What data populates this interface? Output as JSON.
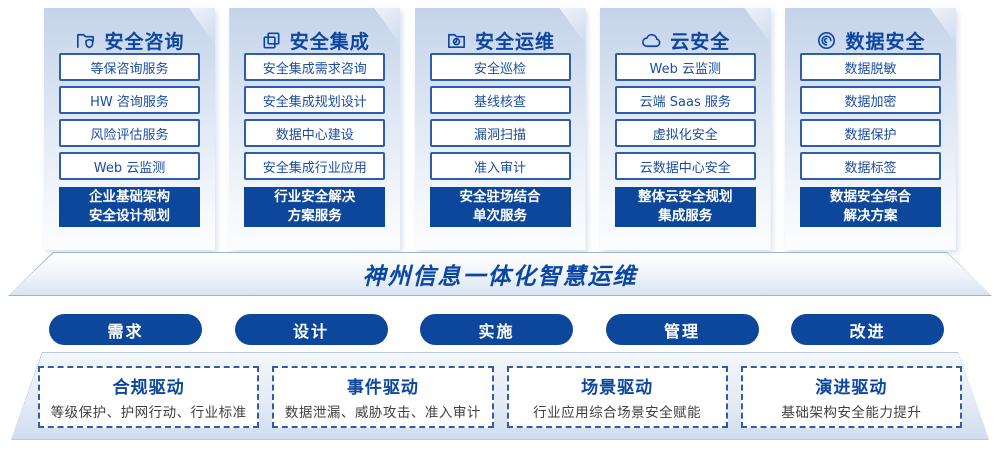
{
  "colors": {
    "primary_blue": "#0d479c",
    "header_text": "#0c46a0",
    "box_border": "#2e5dab",
    "box_text": "#1a4da3",
    "driver_desc_text": "#3f3f3f",
    "card_top_tint": "#c5d3e9"
  },
  "columns": [
    {
      "icon": "folder-shield-icon",
      "title": "安全咨询",
      "items": [
        "等保咨询服务",
        "HW 咨询服务",
        "风险评估服务",
        "Web 云监测"
      ],
      "cta_lines": [
        "企业基础架构",
        "安全设计规划"
      ]
    },
    {
      "icon": "copy-docs-icon",
      "title": "安全集成",
      "items": [
        "安全集成需求咨询",
        "安全集成规划设计",
        "数据中心建设",
        "安全集成行业应用"
      ],
      "cta_lines": [
        "行业安全解决",
        "方案服务"
      ]
    },
    {
      "icon": "folder-clock-icon",
      "title": "安全运维",
      "items": [
        "安全巡检",
        "基线核查",
        "漏洞扫描",
        "准入审计"
      ],
      "cta_lines": [
        "安全驻场结合",
        "单次服务"
      ]
    },
    {
      "icon": "cloud-icon",
      "title": "云安全",
      "items": [
        "Web 云监测",
        "云端 Saas 服务",
        "虚拟化安全",
        "云数据中心安全"
      ],
      "cta_lines": [
        "整体云安全规划",
        "集成服务"
      ]
    },
    {
      "icon": "fingerprint-icon",
      "title": "数据安全",
      "items": [
        "数据脱敏",
        "数据加密",
        "数据保护",
        "数据标签"
      ],
      "cta_lines": [
        "数据安全综合",
        "解决方案"
      ]
    }
  ],
  "banner": {
    "title": "神州信息一体化智慧运维"
  },
  "phases": [
    "需求",
    "设计",
    "实施",
    "管理",
    "改进"
  ],
  "drivers": [
    {
      "title": "合规驱动",
      "desc": "等级保护、护网行动、行业标准"
    },
    {
      "title": "事件驱动",
      "desc": "数据泄漏、威胁攻击、准入审计"
    },
    {
      "title": "场景驱动",
      "desc": "行业应用综合场景安全赋能"
    },
    {
      "title": "演进驱动",
      "desc": "基础架构安全能力提升"
    }
  ]
}
